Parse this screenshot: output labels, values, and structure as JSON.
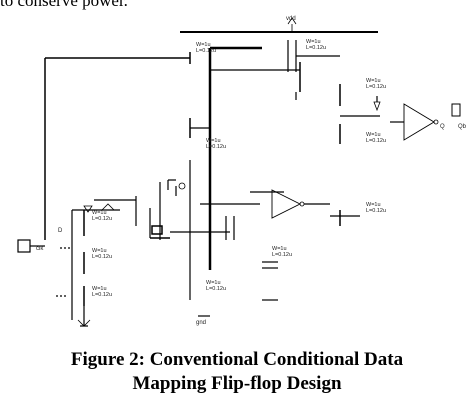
{
  "intro_text": "to conserve power.",
  "figure": {
    "caption_line1": "Figure 2: Conventional Conditional Data",
    "caption_line2": "Mapping Flip-flop Design"
  },
  "schematic": {
    "transistor_label_1": "W=1u",
    "transistor_label_2": "L=0.12u",
    "node_labels": [
      "clk",
      "D",
      "Q",
      "Qb",
      "vdd",
      "gnd"
    ]
  }
}
